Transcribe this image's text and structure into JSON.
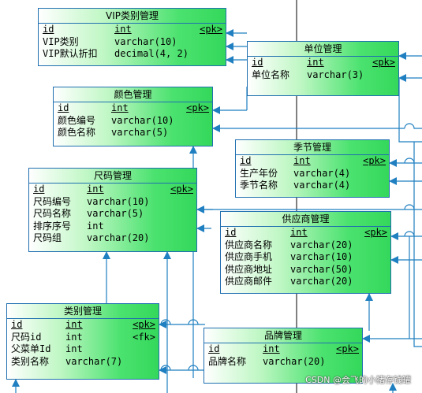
{
  "tables": [
    {
      "key": "vip",
      "title": "VIP类别管理",
      "rows": [
        {
          "name": "id",
          "type": "int",
          "key": "<pk>"
        },
        {
          "name": "VIP类别",
          "type": "varchar(10)",
          "key": ""
        },
        {
          "name": "VIP默认折扣",
          "type": "decimal(4, 2)",
          "key": ""
        }
      ]
    },
    {
      "key": "unit",
      "title": "单位管理",
      "rows": [
        {
          "name": "id",
          "type": "int",
          "key": "<pk>"
        },
        {
          "name": "单位名称",
          "type": "varchar(3)",
          "key": ""
        }
      ]
    },
    {
      "key": "color",
      "title": "颜色管理",
      "rows": [
        {
          "name": "id",
          "type": "int",
          "key": "<pk>"
        },
        {
          "name": "颜色编号",
          "type": "varchar(10)",
          "key": ""
        },
        {
          "name": "颜色名称",
          "type": "varchar(5)",
          "key": ""
        }
      ]
    },
    {
      "key": "season",
      "title": "季节管理",
      "rows": [
        {
          "name": "id",
          "type": "int",
          "key": "<pk>"
        },
        {
          "name": "生产年份",
          "type": "varchar(4)",
          "key": ""
        },
        {
          "name": "季节名称",
          "type": "varchar(4)",
          "key": ""
        }
      ]
    },
    {
      "key": "size",
      "title": "尺码管理",
      "rows": [
        {
          "name": "id",
          "type": "int",
          "key": "<pk>"
        },
        {
          "name": "尺码编号",
          "type": "varchar(10)",
          "key": ""
        },
        {
          "name": "尺码名称",
          "type": "varchar(5)",
          "key": ""
        },
        {
          "name": "排序序号",
          "type": "int",
          "key": ""
        },
        {
          "name": "尺码组",
          "type": "varchar(20)",
          "key": ""
        }
      ]
    },
    {
      "key": "supplier",
      "title": "供应商管理",
      "rows": [
        {
          "name": "id",
          "type": "int",
          "key": "<pk>"
        },
        {
          "name": "供应商名称",
          "type": "varchar(20)",
          "key": ""
        },
        {
          "name": "供应商手机",
          "type": "varchar(10)",
          "key": ""
        },
        {
          "name": "供应商地址",
          "type": "varchar(50)",
          "key": ""
        },
        {
          "name": "供应商邮件",
          "type": "varchar(20)",
          "key": ""
        }
      ]
    },
    {
      "key": "category",
      "title": "类别管理",
      "rows": [
        {
          "name": "id",
          "type": "int",
          "key": "<pk>"
        },
        {
          "name": "尺码id",
          "type": "int",
          "key": "<fk>"
        },
        {
          "name": "父菜单Id",
          "type": "int",
          "key": ""
        },
        {
          "name": "类别名称",
          "type": "varchar(7)",
          "key": ""
        }
      ]
    },
    {
      "key": "brand",
      "title": "品牌管理",
      "rows": [
        {
          "name": "id",
          "type": "int",
          "key": "<pk>"
        },
        {
          "name": "品牌名称",
          "type": "varchar(20)",
          "key": ""
        }
      ]
    }
  ],
  "watermark": "CSDN @会飞的小猪存钱罐",
  "colors": {
    "line": "#1f7fc0",
    "border": "#1f6fb0",
    "fill_start": "#ffffff",
    "fill_end": "#34d85b"
  }
}
